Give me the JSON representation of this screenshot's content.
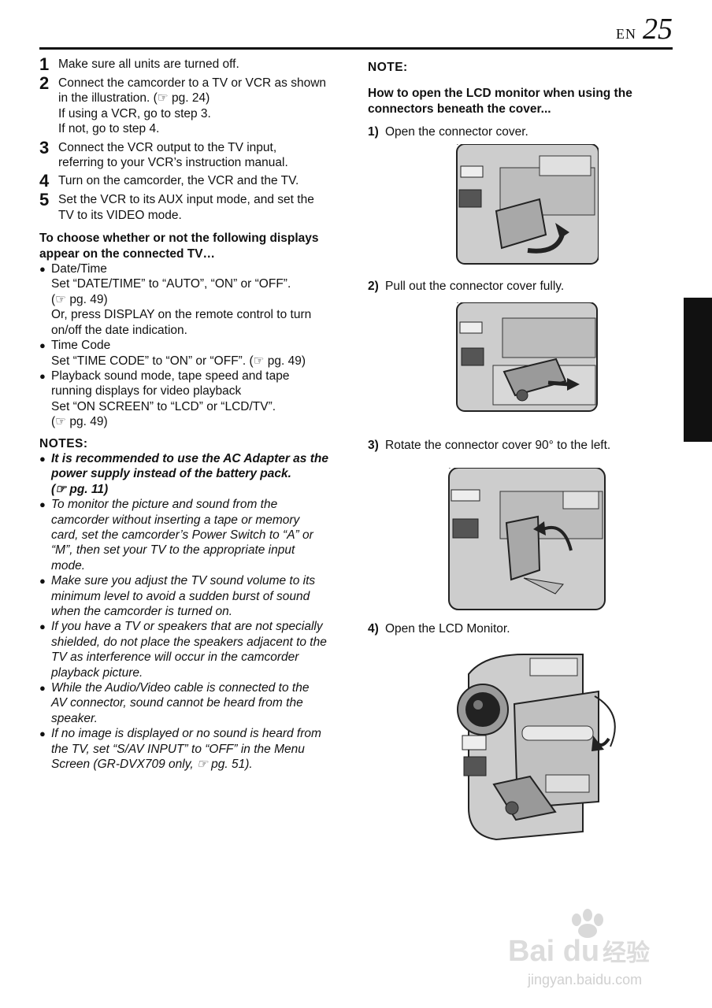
{
  "header": {
    "lang": "EN",
    "page_number": "25"
  },
  "steps": [
    {
      "num": "1",
      "text": "Make sure all units are turned off."
    },
    {
      "num": "2",
      "lines": [
        "Connect the camcorder to a TV or VCR as shown",
        "in the illustration. (☞ pg. 24)",
        "If using a VCR, go to step 3.",
        "If not, go to step 4."
      ]
    },
    {
      "num": "3",
      "lines": [
        "Connect the VCR output to the TV input,",
        "referring to your VCR’s instruction manual."
      ]
    },
    {
      "num": "4",
      "text": "Turn on the camcorder, the VCR and the TV."
    },
    {
      "num": "5",
      "lines": [
        "Set the VCR to its AUX input mode, and set the",
        "TV to its VIDEO mode."
      ]
    }
  ],
  "display_section": {
    "heading_lines": [
      "To choose whether or not the following displays",
      "appear on the connected TV…"
    ],
    "items": [
      {
        "lines": [
          "Date/Time",
          "Set “DATE/TIME” to “AUTO”, “ON” or “OFF”.",
          "(☞ pg. 49)",
          "Or, press DISPLAY on the remote control to turn",
          "on/off the date indication."
        ]
      },
      {
        "lines": [
          "Time Code",
          "Set “TIME CODE” to “ON” or “OFF”. (☞ pg. 49)"
        ]
      },
      {
        "lines": [
          "Playback sound mode, tape speed and tape",
          "running displays for video playback",
          "Set “ON SCREEN” to “LCD” or “LCD/TV”.",
          "(☞ pg. 49)"
        ]
      }
    ]
  },
  "notes_left": {
    "heading": "NOTES:",
    "items": [
      {
        "bold": true,
        "lines": [
          "It is recommended to use the AC Adapter as the",
          "power supply instead of the battery pack.",
          "(☞ pg. 11)"
        ]
      },
      {
        "lines": [
          "To monitor the picture and sound from the",
          "camcorder without inserting a tape or memory",
          "card, set the camcorder’s Power Switch to “A” or",
          "“M”, then set your TV to the appropriate input",
          "mode."
        ]
      },
      {
        "lines": [
          "Make sure you adjust the TV sound volume to its",
          "minimum level to avoid a sudden burst of sound",
          "when the camcorder is turned on."
        ]
      },
      {
        "lines": [
          "If you have a TV or speakers that are not specially",
          "shielded, do not place the speakers adjacent to the",
          "TV as interference will occur in the camcorder",
          "playback picture."
        ]
      },
      {
        "lines": [
          "While the Audio/Video cable is connected to the",
          "AV connector, sound cannot be heard from the",
          "speaker."
        ]
      },
      {
        "lines": [
          "If no image is displayed or no sound is heard from",
          "the TV, set “S/AV INPUT” to “OFF” in the Menu",
          "Screen (GR-DVX709 only, ☞ pg. 51)."
        ]
      }
    ]
  },
  "note_right": {
    "heading": "NOTE:",
    "subheading_lines": [
      "How to open the LCD monitor when using the",
      "connectors beneath the cover..."
    ],
    "steps": [
      {
        "num": "1)",
        "text": "Open the connector cover."
      },
      {
        "num": "2)",
        "text": "Pull out the connector cover fully."
      },
      {
        "num": "3)",
        "text": "Rotate the connector cover 90° to the left."
      },
      {
        "num": "4)",
        "text": "Open the LCD Monitor."
      }
    ]
  },
  "watermark": {
    "brand": "Bai du",
    "cn": "经验",
    "url": "jingyan.baidu.com"
  },
  "colors": {
    "ink": "#111111",
    "illustration_fill": "#c8c8c8",
    "illustration_dark": "#6f6f6f"
  }
}
